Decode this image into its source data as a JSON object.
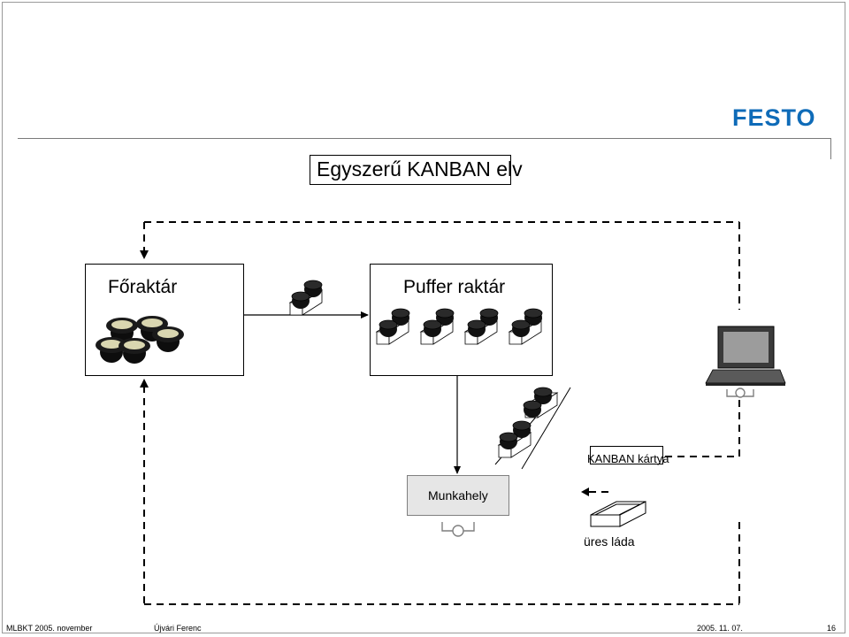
{
  "slide": {
    "title": "Egyszerű KANBAN elv",
    "logo": "FESTO"
  },
  "diagram": {
    "main_warehouse": "Főraktár",
    "buffer_warehouse": "Puffer raktár",
    "workstation": "Munkahely",
    "kanban_card": "KANBAN kártya",
    "empty_box": "üres láda"
  },
  "footer": {
    "left": "MLBKT 2005. november",
    "author": "Újvári Ferenc",
    "date": "2005. 11. 07.",
    "page": "16"
  },
  "colors": {
    "logo": "#0e6bb8",
    "workstation_fill": "#e6e6e6"
  }
}
